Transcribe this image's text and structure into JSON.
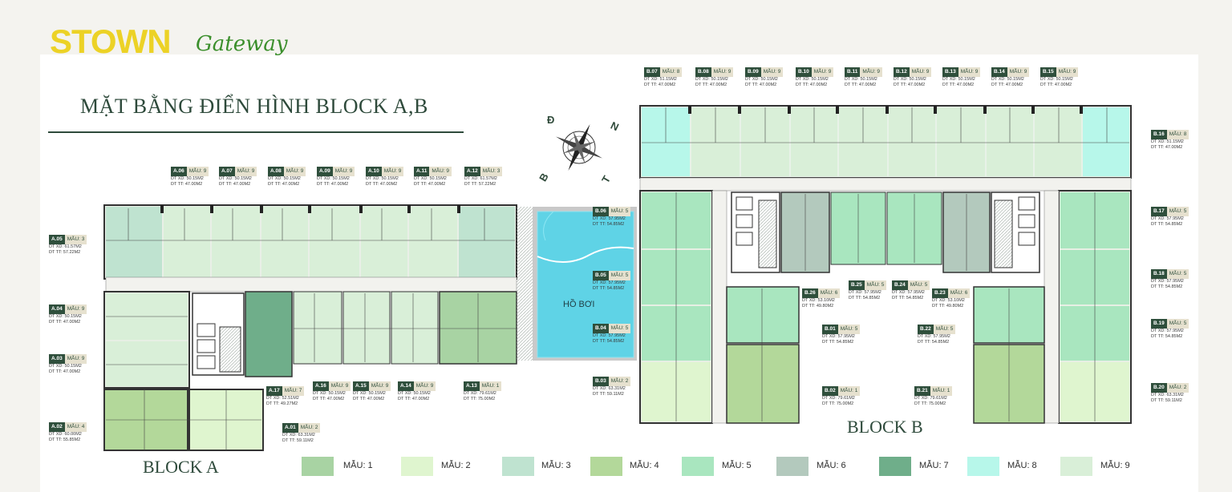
{
  "logo": {
    "brand": "STOWN",
    "sub": "Gateway"
  },
  "title": "MẶT BẰNG ĐIỂN HÌNH BLOCK A,B",
  "blocks": {
    "a": "BLOCK A",
    "b": "BLOCK B"
  },
  "pool": "HỒ BƠI",
  "compass": {
    "n": "N",
    "d": "Đ",
    "b": "B",
    "t": "T"
  },
  "colors": {
    "m1": "#a8d3a3",
    "m2": "#dff5cf",
    "m3": "#bfe3d0",
    "m4": "#b3d89a",
    "m5": "#a9e6bf",
    "m6": "#b3c9bd",
    "m7": "#6fae8a",
    "m8": "#b7f7ea",
    "m9": "#d9efd8",
    "pool": "#5fd3e6"
  },
  "legend": [
    {
      "label": "MẪU: 1",
      "color": "#a8d3a3"
    },
    {
      "label": "MẪU: 2",
      "color": "#dff5cf"
    },
    {
      "label": "MẪU: 3",
      "color": "#bfe3d0"
    },
    {
      "label": "MẪU: 4",
      "color": "#b3d89a"
    },
    {
      "label": "MẪU: 5",
      "color": "#a9e6bf"
    },
    {
      "label": "MẪU: 6",
      "color": "#b3c9bd"
    },
    {
      "label": "MẪU: 7",
      "color": "#6fae8a"
    },
    {
      "label": "MẪU: 8",
      "color": "#b7f7ea"
    },
    {
      "label": "MẪU: 9",
      "color": "#d9efd8"
    }
  ],
  "tags": [
    {
      "code": "A.06",
      "mau": "MẪU: 9",
      "xd": "DT XD: 50.15M2",
      "tt": "DT TT: 47.00M2"
    },
    {
      "code": "A.07",
      "mau": "MẪU: 9",
      "xd": "DT XD: 50.15M2",
      "tt": "DT TT: 47.00M2"
    },
    {
      "code": "A.08",
      "mau": "MẪU: 9",
      "xd": "DT XD: 50.15M2",
      "tt": "DT TT: 47.00M2"
    },
    {
      "code": "A.09",
      "mau": "MẪU: 9",
      "xd": "DT XD: 50.15M2",
      "tt": "DT TT: 47.00M2"
    },
    {
      "code": "A.10",
      "mau": "MẪU: 9",
      "xd": "DT XD: 50.15M2",
      "tt": "DT TT: 47.00M2"
    },
    {
      "code": "A.11",
      "mau": "MẪU: 9",
      "xd": "DT XD: 50.15M2",
      "tt": "DT TT: 47.00M2"
    },
    {
      "code": "A.12",
      "mau": "MẪU: 3",
      "xd": "DT XD: 61.57M2",
      "tt": "DT TT: 57.22M2"
    },
    {
      "code": "A.05",
      "mau": "MẪU: 3",
      "xd": "DT XD: 61.57M2",
      "tt": "DT TT: 57.22M2"
    },
    {
      "code": "A.04",
      "mau": "MẪU: 9",
      "xd": "DT XD: 50.15M2",
      "tt": "DT TT: 47.00M2"
    },
    {
      "code": "A.03",
      "mau": "MẪU: 9",
      "xd": "DT XD: 50.15M2",
      "tt": "DT TT: 47.00M2"
    },
    {
      "code": "A.02",
      "mau": "MẪU: 4",
      "xd": "DT XD: 60.00M2",
      "tt": "DT TT: 55.85M2"
    },
    {
      "code": "A.01",
      "mau": "MẪU: 2",
      "xd": "DT XD: 63.31M2",
      "tt": "DT TT: 59.11M2"
    },
    {
      "code": "A.17",
      "mau": "MẪU: 7",
      "xd": "DT XD: 52.51M2",
      "tt": "DT TT: 49.27M2"
    },
    {
      "code": "A.16",
      "mau": "MẪU: 9",
      "xd": "DT XD: 50.15M2",
      "tt": "DT TT: 47.00M2"
    },
    {
      "code": "A.15",
      "mau": "MẪU: 9",
      "xd": "DT XD: 50.15M2",
      "tt": "DT TT: 47.00M2"
    },
    {
      "code": "A.14",
      "mau": "MẪU: 9",
      "xd": "DT XD: 50.15M2",
      "tt": "DT TT: 47.00M2"
    },
    {
      "code": "A.13",
      "mau": "MẪU: 1",
      "xd": "DT XD: 79.61M2",
      "tt": "DT TT: 75.00M2"
    },
    {
      "code": "B.06",
      "mau": "MẪU: 5",
      "xd": "DT XD: 57.95M2",
      "tt": "DT TT: 54.85M2"
    },
    {
      "code": "B.05",
      "mau": "MẪU: 5",
      "xd": "DT XD: 57.95M2",
      "tt": "DT TT: 54.85M2"
    },
    {
      "code": "B.04",
      "mau": "MẪU: 5",
      "xd": "DT XD: 57.95M2",
      "tt": "DT TT: 54.85M2"
    },
    {
      "code": "B.03",
      "mau": "MẪU: 2",
      "xd": "DT XD: 63.31M2",
      "tt": "DT TT: 59.11M2"
    },
    {
      "code": "B.07",
      "mau": "MẪU: 8",
      "xd": "DT XD: 51.15M2",
      "tt": "DT TT: 47.00M2"
    },
    {
      "code": "B.08",
      "mau": "MẪU: 9",
      "xd": "DT XD: 50.15M2",
      "tt": "DT TT: 47.00M2"
    },
    {
      "code": "B.09",
      "mau": "MẪU: 9",
      "xd": "DT XD: 50.15M2",
      "tt": "DT TT: 47.00M2"
    },
    {
      "code": "B.10",
      "mau": "MẪU: 9",
      "xd": "DT XD: 50.15M2",
      "tt": "DT TT: 47.00M2"
    },
    {
      "code": "B.11",
      "mau": "MẪU: 9",
      "xd": "DT XD: 50.15M2",
      "tt": "DT TT: 47.00M2"
    },
    {
      "code": "B.12",
      "mau": "MẪU: 9",
      "xd": "DT XD: 50.15M2",
      "tt": "DT TT: 47.00M2"
    },
    {
      "code": "B.13",
      "mau": "MẪU: 9",
      "xd": "DT XD: 50.15M2",
      "tt": "DT TT: 47.00M2"
    },
    {
      "code": "B.14",
      "mau": "MẪU: 9",
      "xd": "DT XD: 50.15M2",
      "tt": "DT TT: 47.00M2"
    },
    {
      "code": "B.15",
      "mau": "MẪU: 9",
      "xd": "DT XD: 50.15M2",
      "tt": "DT TT: 47.00M2"
    },
    {
      "code": "B.16",
      "mau": "MẪU: 8",
      "xd": "DT XD: 51.15M2",
      "tt": "DT TT: 47.00M2"
    },
    {
      "code": "B.17",
      "mau": "MẪU: 5",
      "xd": "DT XD: 57.95M2",
      "tt": "DT TT: 54.85M2"
    },
    {
      "code": "B.18",
      "mau": "MẪU: 5",
      "xd": "DT XD: 57.95M2",
      "tt": "DT TT: 54.85M2"
    },
    {
      "code": "B.19",
      "mau": "MẪU: 5",
      "xd": "DT XD: 57.95M2",
      "tt": "DT TT: 54.85M2"
    },
    {
      "code": "B.20",
      "mau": "MẪU: 2",
      "xd": "DT XD: 63.31M2",
      "tt": "DT TT: 59.11M2"
    },
    {
      "code": "B.26",
      "mau": "MẪU: 6",
      "xd": "DT XD: 53.10M2",
      "tt": "DT TT: 49.80M2"
    },
    {
      "code": "B.25",
      "mau": "MẪU: 5",
      "xd": "DT XD: 57.95M2",
      "tt": "DT TT: 54.85M2"
    },
    {
      "code": "B.24",
      "mau": "MẪU: 5",
      "xd": "DT XD: 57.95M2",
      "tt": "DT TT: 54.85M2"
    },
    {
      "code": "B.23",
      "mau": "MẪU: 6",
      "xd": "DT XD: 53.10M2",
      "tt": "DT TT: 49.80M2"
    },
    {
      "code": "B.01",
      "mau": "MẪU: 5",
      "xd": "DT XD: 57.95M2",
      "tt": "DT TT: 54.85M2"
    },
    {
      "code": "B.22",
      "mau": "MẪU: 5",
      "xd": "DT XD: 57.95M2",
      "tt": "DT TT: 54.85M2"
    },
    {
      "code": "B.02",
      "mau": "MẪU: 1",
      "xd": "DT XD: 79.61M2",
      "tt": "DT TT: 75.00M2"
    },
    {
      "code": "B.21",
      "mau": "MẪU: 1",
      "xd": "DT XD: 79.61M2",
      "tt": "DT TT: 75.00M2"
    }
  ]
}
